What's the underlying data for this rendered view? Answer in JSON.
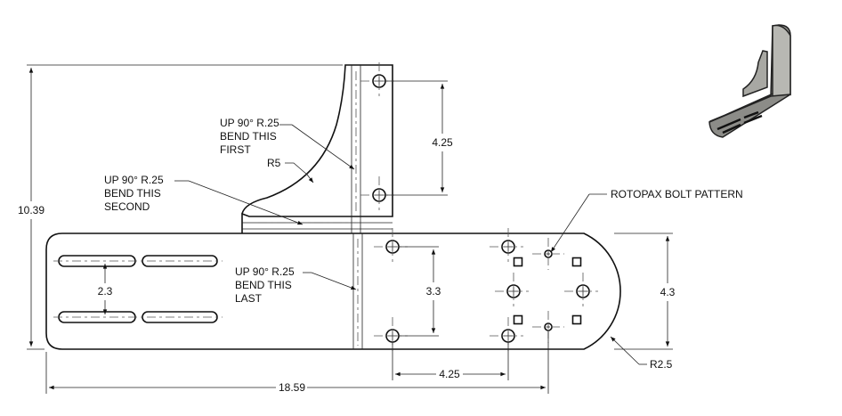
{
  "dimensions": {
    "overall_height": "10.39",
    "overall_length": "18.59",
    "tab_hole_spacing": "4.25",
    "plate_hole_spacing_vertical": "3.3",
    "plate_hole_spacing_horizontal": "4.25",
    "plate_width": "4.3",
    "slot_spacing": "2.3",
    "gusset_radius": "R5",
    "end_radius": "R2.5"
  },
  "notes": {
    "bend_first": [
      "UP 90° R.25",
      "BEND THIS",
      "FIRST"
    ],
    "bend_second": [
      "UP 90° R.25",
      "BEND THIS",
      "SECOND"
    ],
    "bend_last": [
      "UP 90° R.25",
      "BEND THIS",
      "LAST"
    ],
    "rotopax": "ROTOPAX BOLT PATTERN"
  }
}
